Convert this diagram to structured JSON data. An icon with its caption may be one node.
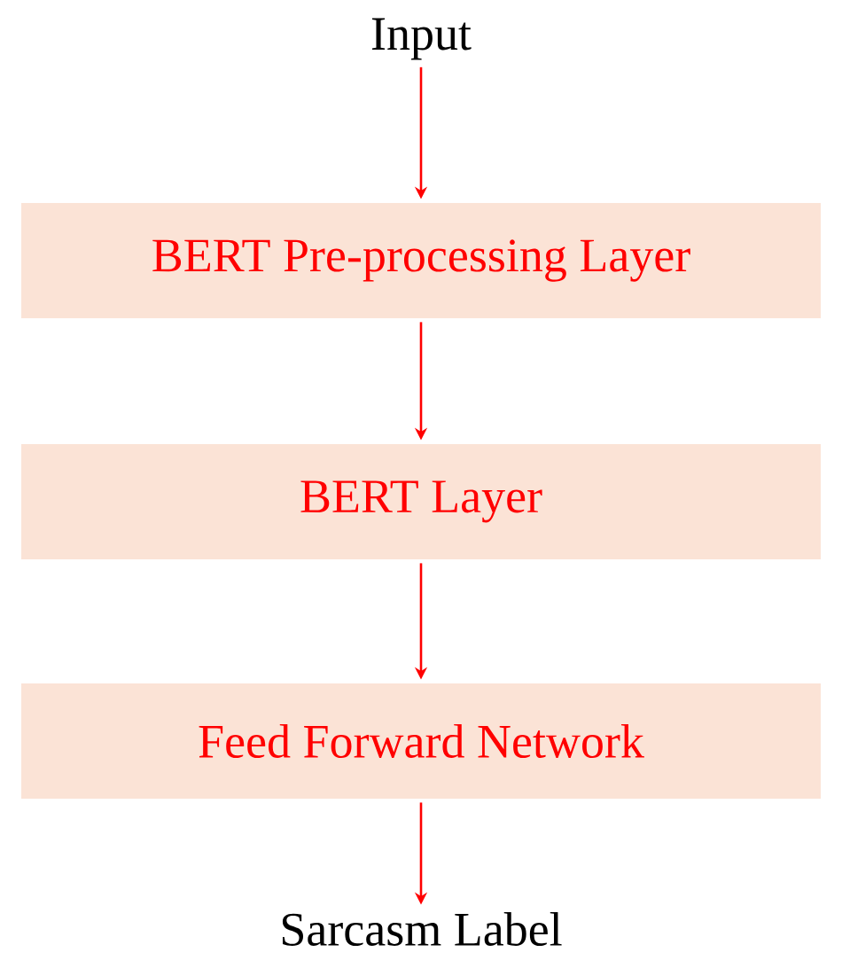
{
  "diagram": {
    "nodes": [
      {
        "text": [
          "Input"
        ]
      },
      {
        "text": [
          "BERT Pre-processing Layer"
        ]
      },
      {
        "text": [
          "BERT Layer"
        ]
      },
      {
        "text": [
          "Feed Forward Network"
        ]
      },
      {
        "text": [
          "Sarcasm Label"
        ]
      }
    ],
    "edges": [
      {
        "from": 0,
        "to": 1,
        "arrow": "to"
      },
      {
        "from": 1,
        "to": 2,
        "arrow": "to"
      },
      {
        "from": 2,
        "to": 3,
        "arrow": "to"
      },
      {
        "from": 3,
        "to": 4,
        "arrow": "to"
      }
    ]
  }
}
